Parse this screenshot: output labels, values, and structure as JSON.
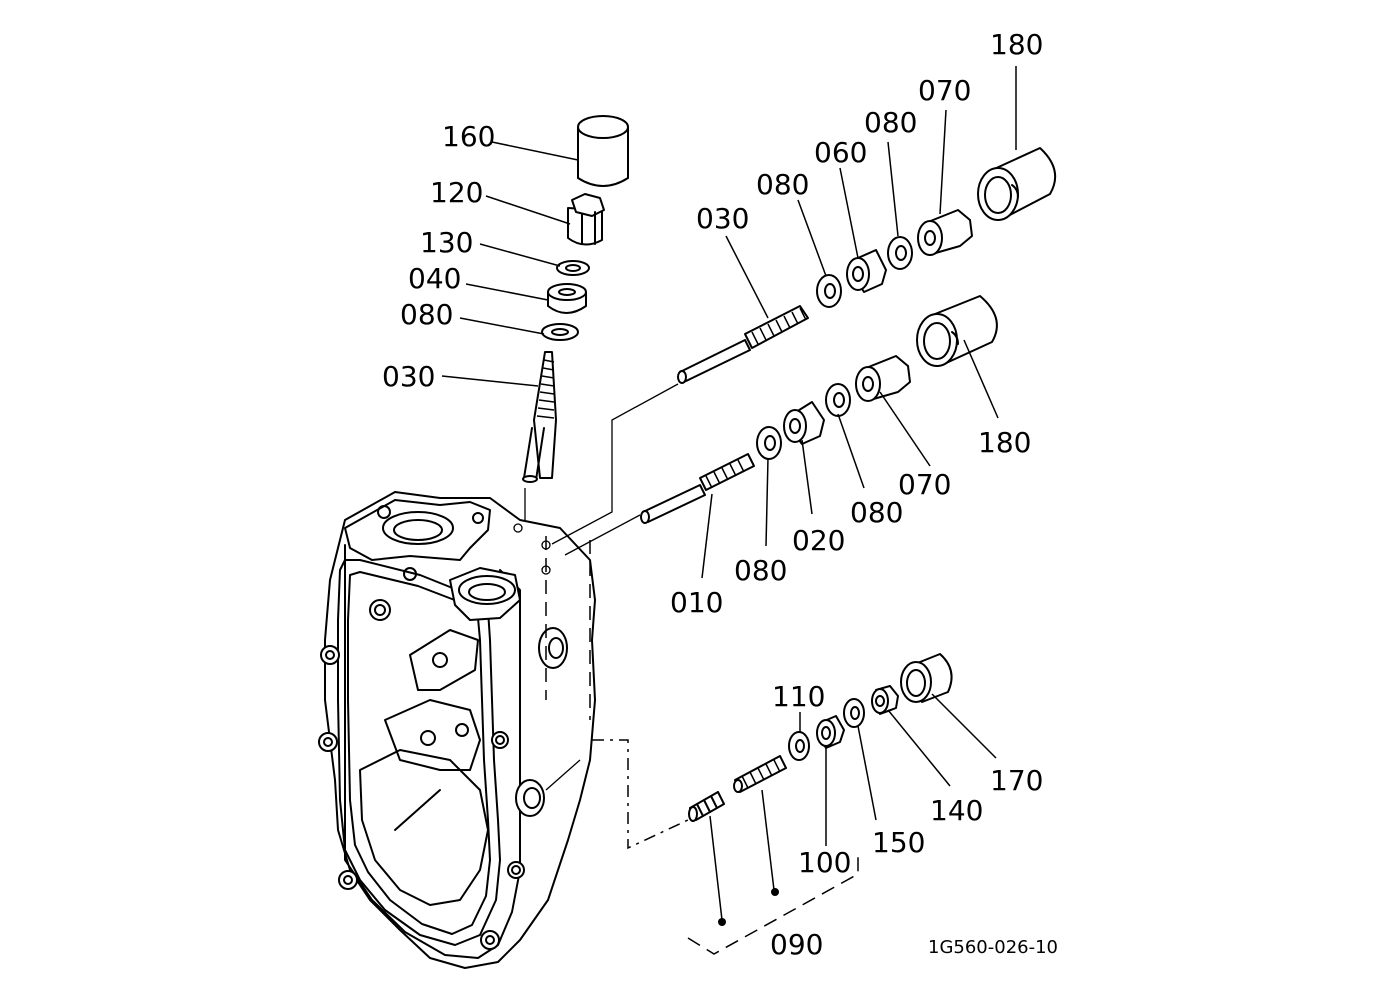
{
  "labels": {
    "p180_top": "180",
    "p070_top": "070",
    "p080_top_a": "080",
    "p060": "060",
    "p080_top_b": "080",
    "p030_mid": "030",
    "p160": "160",
    "p120": "120",
    "p130": "130",
    "p040": "040",
    "p080_left": "080",
    "p030_left": "030",
    "p180_mid": "180",
    "p070_mid": "070",
    "p080_mid_a": "080",
    "p020": "020",
    "p080_mid_b": "080",
    "p010": "010",
    "p110": "110",
    "p100": "100",
    "p150": "150",
    "p140": "140",
    "p170": "170",
    "p090": "090"
  },
  "figure_code": "1G560-026-10"
}
